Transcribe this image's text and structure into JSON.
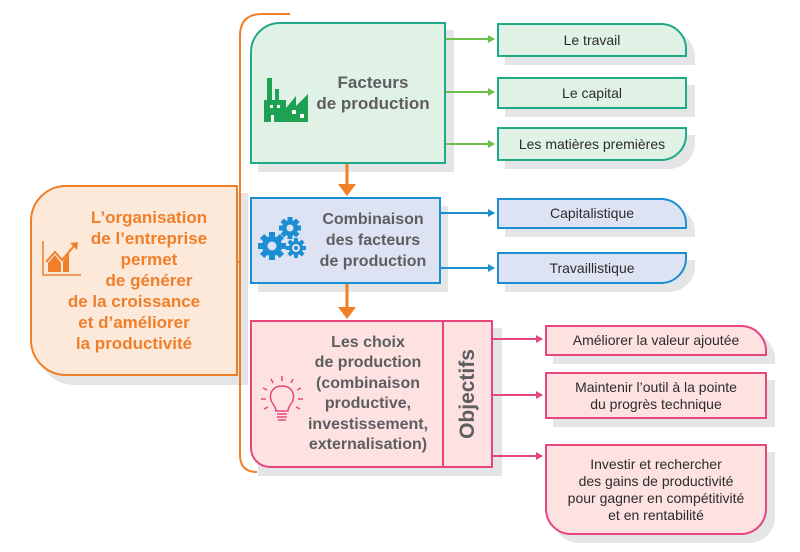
{
  "colors": {
    "orange": "#f07f2a",
    "orange_fill": "#fde9da",
    "green_border": "#1fa986",
    "green_fill": "#e0f1e5",
    "green_arrow": "#6cc04a",
    "green_icon": "#1ea152",
    "blue_border": "#1c8ed3",
    "blue_fill": "#dde3f3",
    "pink_border": "#e6467c",
    "pink_fill": "#fde2e1",
    "text_gray": "#5d5e60"
  },
  "root": {
    "icon": "growth-chart-icon",
    "lines": [
      "L’organisation",
      "de l’entreprise",
      "permet",
      "de générer",
      "de la croissance",
      "et d’améliorer",
      "la productivité"
    ]
  },
  "facteurs": {
    "icon": "factory-icon",
    "lines": [
      "Facteurs",
      "de production"
    ],
    "items": [
      "Le travail",
      "Le capital",
      "Les matières premières"
    ]
  },
  "combinaison": {
    "icon": "gears-icon",
    "lines": [
      "Combinaison",
      "des facteurs",
      "de production"
    ],
    "items": [
      "Capitalistique",
      "Travaillistique"
    ]
  },
  "choix": {
    "icon": "lightbulb-icon",
    "lines": [
      "Les choix",
      "de production",
      "(combinaison",
      "productive,",
      "investissement,",
      "externalisation)"
    ],
    "objectifs_label": "Objectifs",
    "items": [
      {
        "lines": [
          "Améliorer la valeur ajoutée"
        ]
      },
      {
        "lines": [
          "Maintenir l’outil à la pointe",
          "du progrès technique"
        ]
      },
      {
        "lines": [
          "Investir et rechercher",
          "des gains de productivité",
          "pour gagner en compétitivité",
          "et en rentabilité"
        ]
      }
    ]
  }
}
